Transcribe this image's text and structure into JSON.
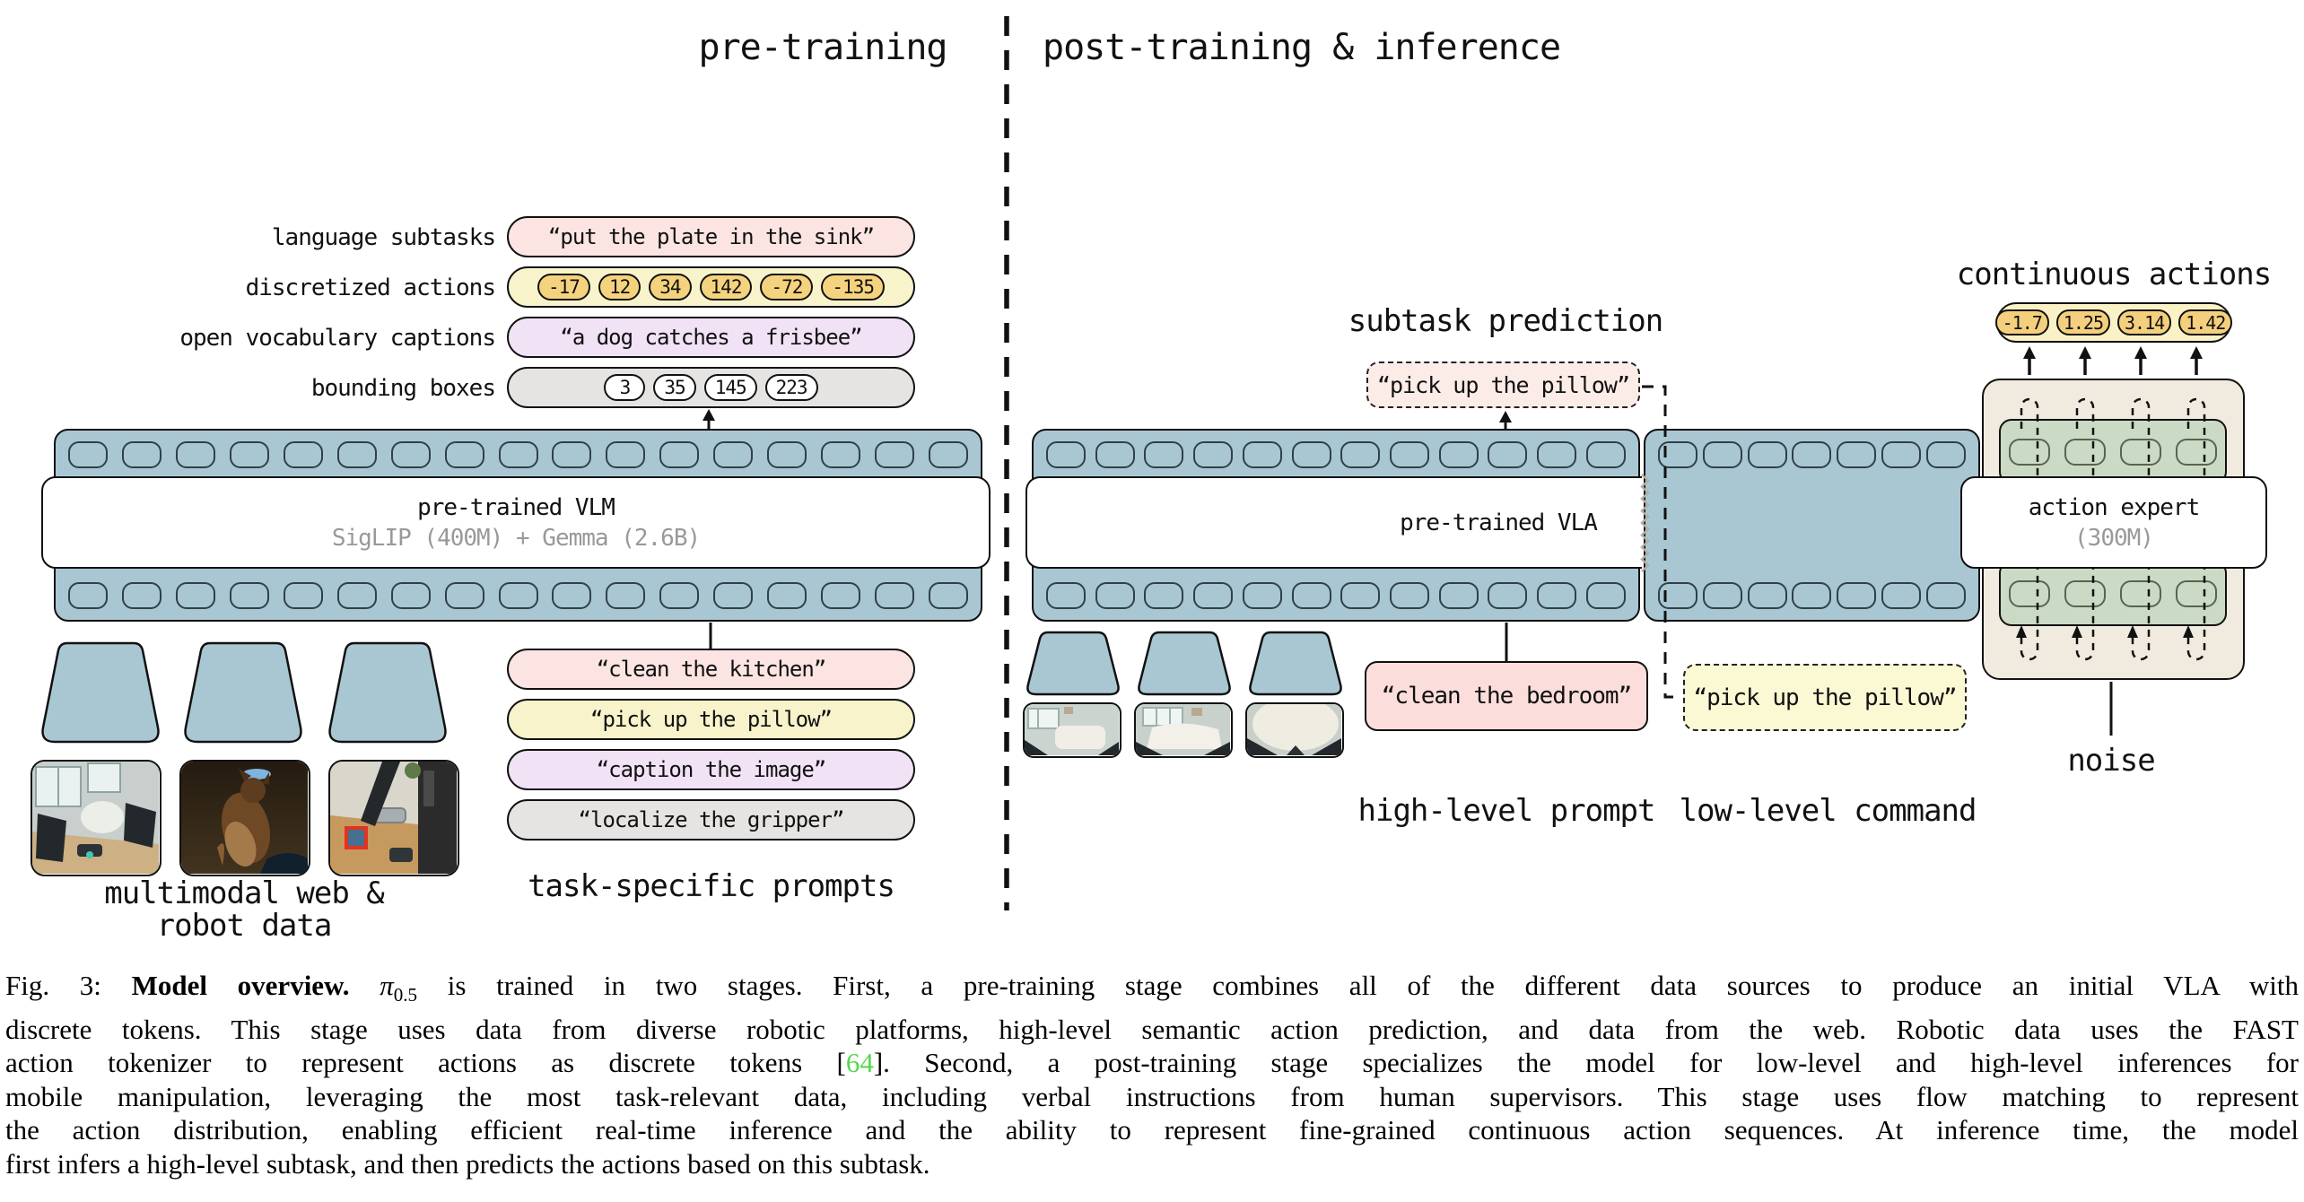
{
  "header": {
    "left": "pre-training",
    "right": "post-training & inference"
  },
  "pretraining": {
    "data_rows": [
      {
        "label": "language subtasks",
        "text": "“put the plate in the sink”"
      },
      {
        "label": "discretized actions",
        "chips": [
          "-17",
          "12",
          "34",
          "142",
          "-72",
          "-135"
        ]
      },
      {
        "label": "open vocabulary captions",
        "text": "“a dog catches a frisbee”"
      },
      {
        "label": "bounding boxes",
        "chips": [
          "3",
          "35",
          "145",
          "223"
        ]
      }
    ],
    "vlm": {
      "title": "pre-trained VLM",
      "subtitle": "SigLIP (400M) + Gemma (2.6B)"
    },
    "prompts": [
      {
        "text": "“clean the kitchen”"
      },
      {
        "text": "“pick up the pillow”"
      },
      {
        "text": "“caption the image”"
      },
      {
        "text": "“localize the gripper”"
      }
    ],
    "images_label_line1": "multimodal web &",
    "images_label_line2": "robot data",
    "prompts_label": "task-specific prompts"
  },
  "posttraining": {
    "subtask_label": "subtask prediction",
    "subtask_box": "“pick up the pillow”",
    "vla": {
      "title": "pre-trained VLA"
    },
    "high_level_box": "“clean the bedroom”",
    "low_level_box": "“pick up the pillow”",
    "high_level_label": "high-level prompt",
    "low_level_label": "low-level command",
    "continuous_label": "continuous actions",
    "action_values": [
      "-1.7",
      "1.25",
      "3.14",
      "1.42"
    ],
    "action_expert": {
      "title": "action expert",
      "subtitle": "(300M)"
    },
    "noise_label": "noise"
  },
  "caption": {
    "lines": [
      [
        {
          "t": "Fig. 3: "
        },
        {
          "t": "Model overview.",
          "b": 1
        },
        {
          "t": " "
        },
        {
          "t": "π",
          "i": 1
        },
        {
          "t": "0.5",
          "sub": 1
        },
        {
          "t": " is trained in two stages. First, a pre-training stage combines all of the different data sources to produce an initial VLA with"
        }
      ],
      [
        {
          "t": "discrete tokens. This stage uses data from diverse robotic platforms, high-level semantic action prediction, and data from the web. Robotic data uses the FAST"
        }
      ],
      [
        {
          "t": "action tokenizer to represent actions as discrete tokens ["
        },
        {
          "t": "64",
          "c": "#55d74f"
        },
        {
          "t": "]. Second, a post-training stage specializes the model for low-level and high-level inferences for"
        }
      ],
      [
        {
          "t": "mobile manipulation, leveraging the most task-relevant data, including verbal instructions from human supervisors. This stage uses flow matching to represent"
        }
      ],
      [
        {
          "t": "the action distribution, enabling efficient real-time inference and the ability to represent fine-grained continuous action sequences. At inference time, the model"
        }
      ],
      [
        {
          "t": "first infers a high-level subtask, and then predicts the actions based on this subtask."
        }
      ]
    ]
  },
  "colors": {
    "token_strip_blue": "#a9c7d2",
    "pill_pink": "#fbe4e2",
    "pill_yellow": "#f9f3cb",
    "chip_orange": "#f5d37e",
    "pill_purple": "#f2e2f6",
    "pill_gray": "#e5e4e3",
    "dashed_pink_box": "#fcece8",
    "dashed_yellow_box": "#fbf8d4",
    "bedroom_pink_box": "#fbdedb",
    "continuous_pill": "#faf2c6",
    "action_expert_beige": "#f1ebdf",
    "action_token_green": "#cbdac4",
    "citation_green": "#55d74f"
  }
}
